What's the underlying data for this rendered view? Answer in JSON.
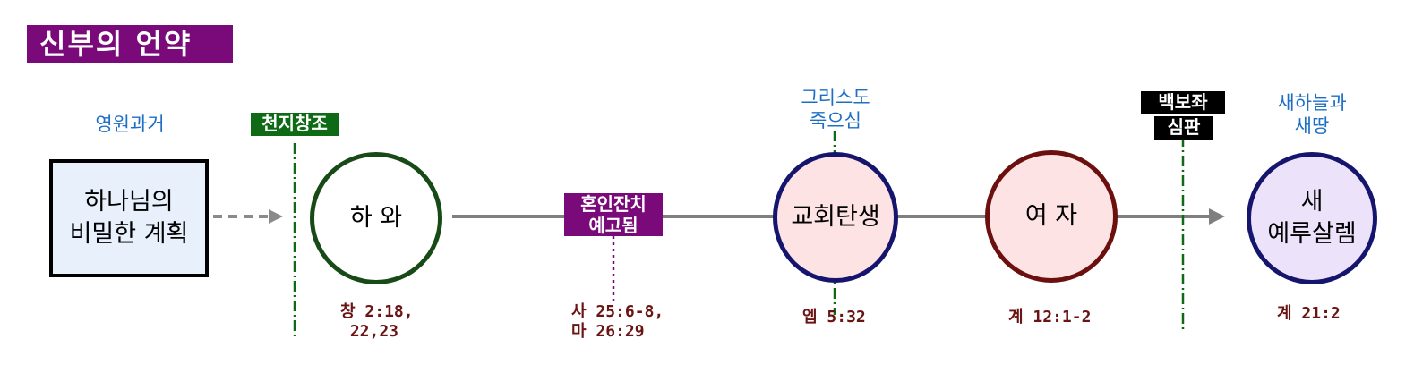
{
  "title": "신부의 언약",
  "colors": {
    "title_bg": "#7a0a7a",
    "label_blue": "#1e6fc4",
    "tag_green": "#0f6a16",
    "ref_red": "#6b1414",
    "line_gray": "#7f7f7f"
  },
  "labels": {
    "eternal_past": "영원과거",
    "christ_death": "그리스도\n죽으심",
    "new_heaven": "새하늘과\n새땅"
  },
  "tags": {
    "creation": "천지창조",
    "judgment_line1": "백보좌",
    "judgment_line2": "심판",
    "wedding_line1": "혼인잔치",
    "wedding_line2": "예고됨"
  },
  "nodes": {
    "plan": "하나님의\n비밀한 계획",
    "eve": "하 와",
    "church": "교회탄생",
    "woman": "여 자",
    "jerusalem": "새\n예루살렘"
  },
  "refs": {
    "eve": "창 2:18,\n 22,23",
    "wedding": "사 25:6-8,\n마 26:29",
    "church": "엡 5:32",
    "woman": "계 12:1-2",
    "jerusalem": "계 21:2"
  }
}
